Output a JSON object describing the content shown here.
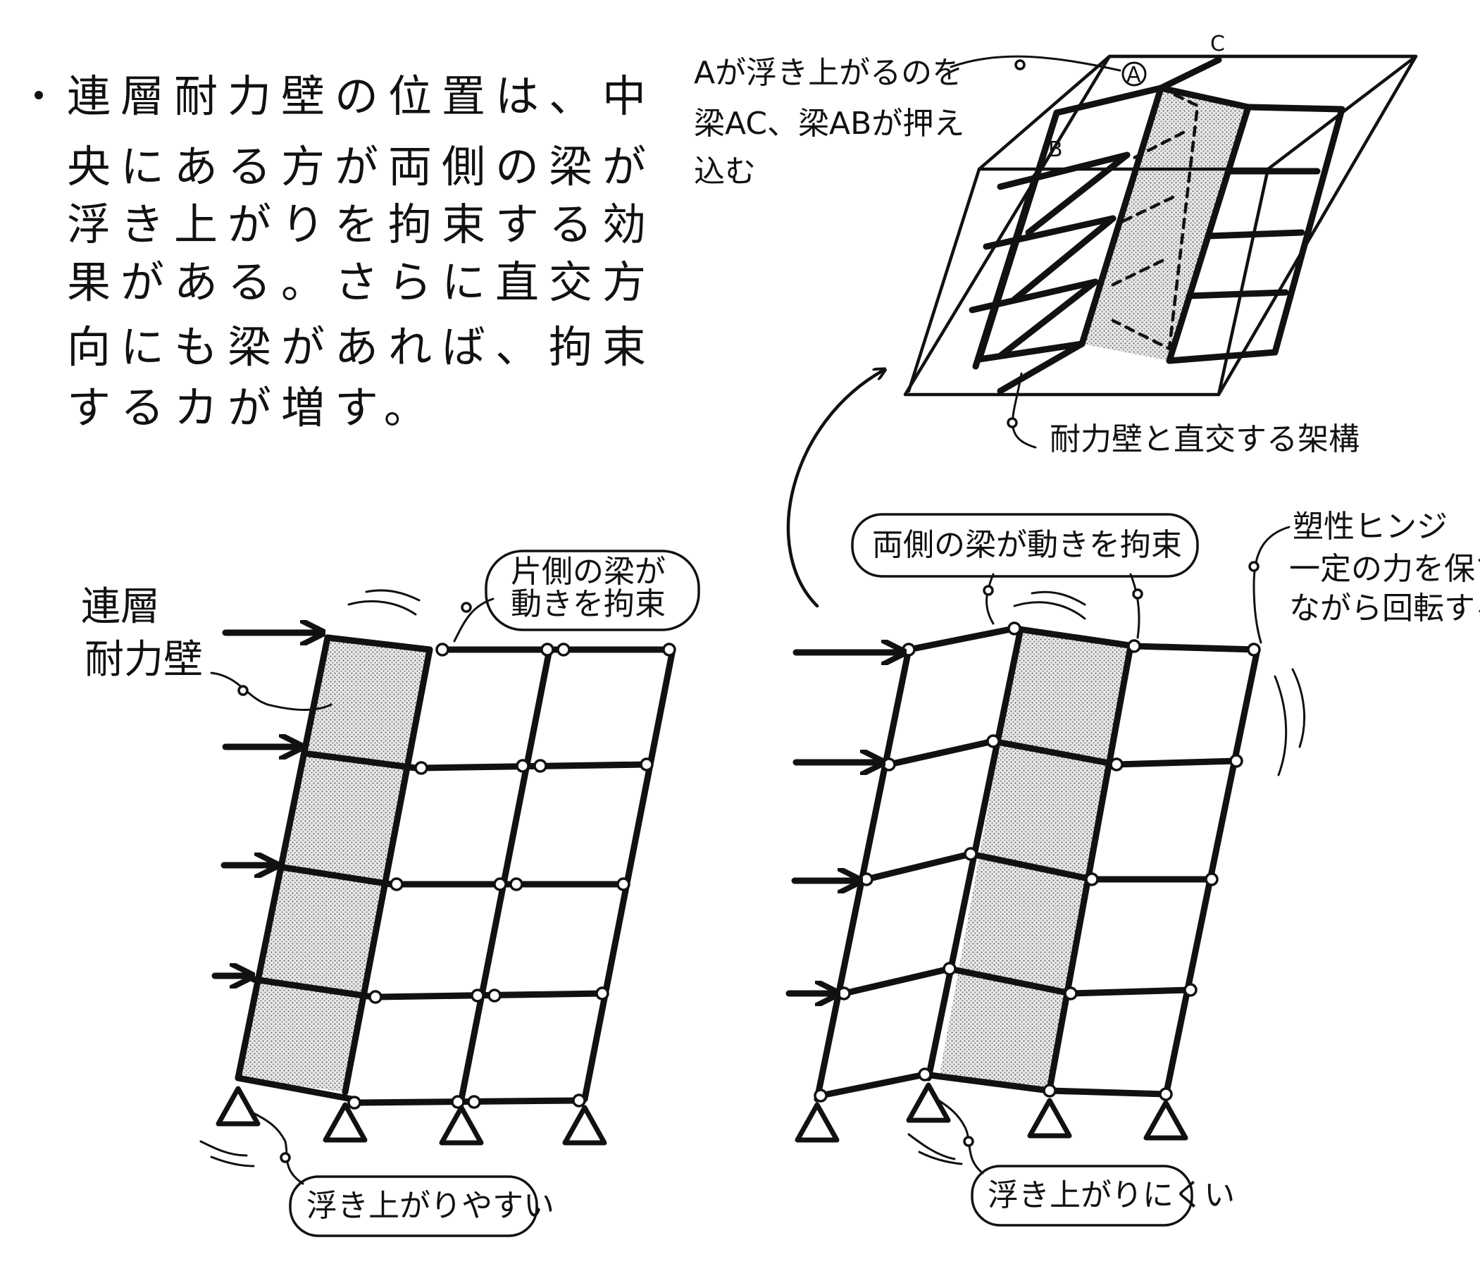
{
  "intro": {
    "bullet": "•",
    "lines": [
      "連層耐力壁の位置は、中",
      "央にある方が両側の梁が",
      "浮き上がりを拘束する効",
      "果がある。さらに直交方",
      "向にも梁があれば、拘束",
      "するカが増す。"
    ]
  },
  "iso": {
    "note": [
      "Aが浮き上がるのを",
      "梁AC、梁ABが押え",
      "込む"
    ],
    "label_c": "C",
    "label_a": "A",
    "label_b": "B",
    "caption": "耐力壁と直交する架構"
  },
  "left_frame": {
    "wall_label": [
      "連層",
      "耐力壁"
    ],
    "bubble_top": [
      "片側の梁が",
      "動きを拘束"
    ],
    "bubble_bottom": "浮き上がりやすい"
  },
  "right_frame": {
    "bubble_top": "両側の梁が動きを拘束",
    "hinge_note": [
      "塑性ヒンジ",
      "一定の力を保ち",
      "ながら回転する"
    ],
    "bubble_bottom": "浮き上がりにくい"
  }
}
